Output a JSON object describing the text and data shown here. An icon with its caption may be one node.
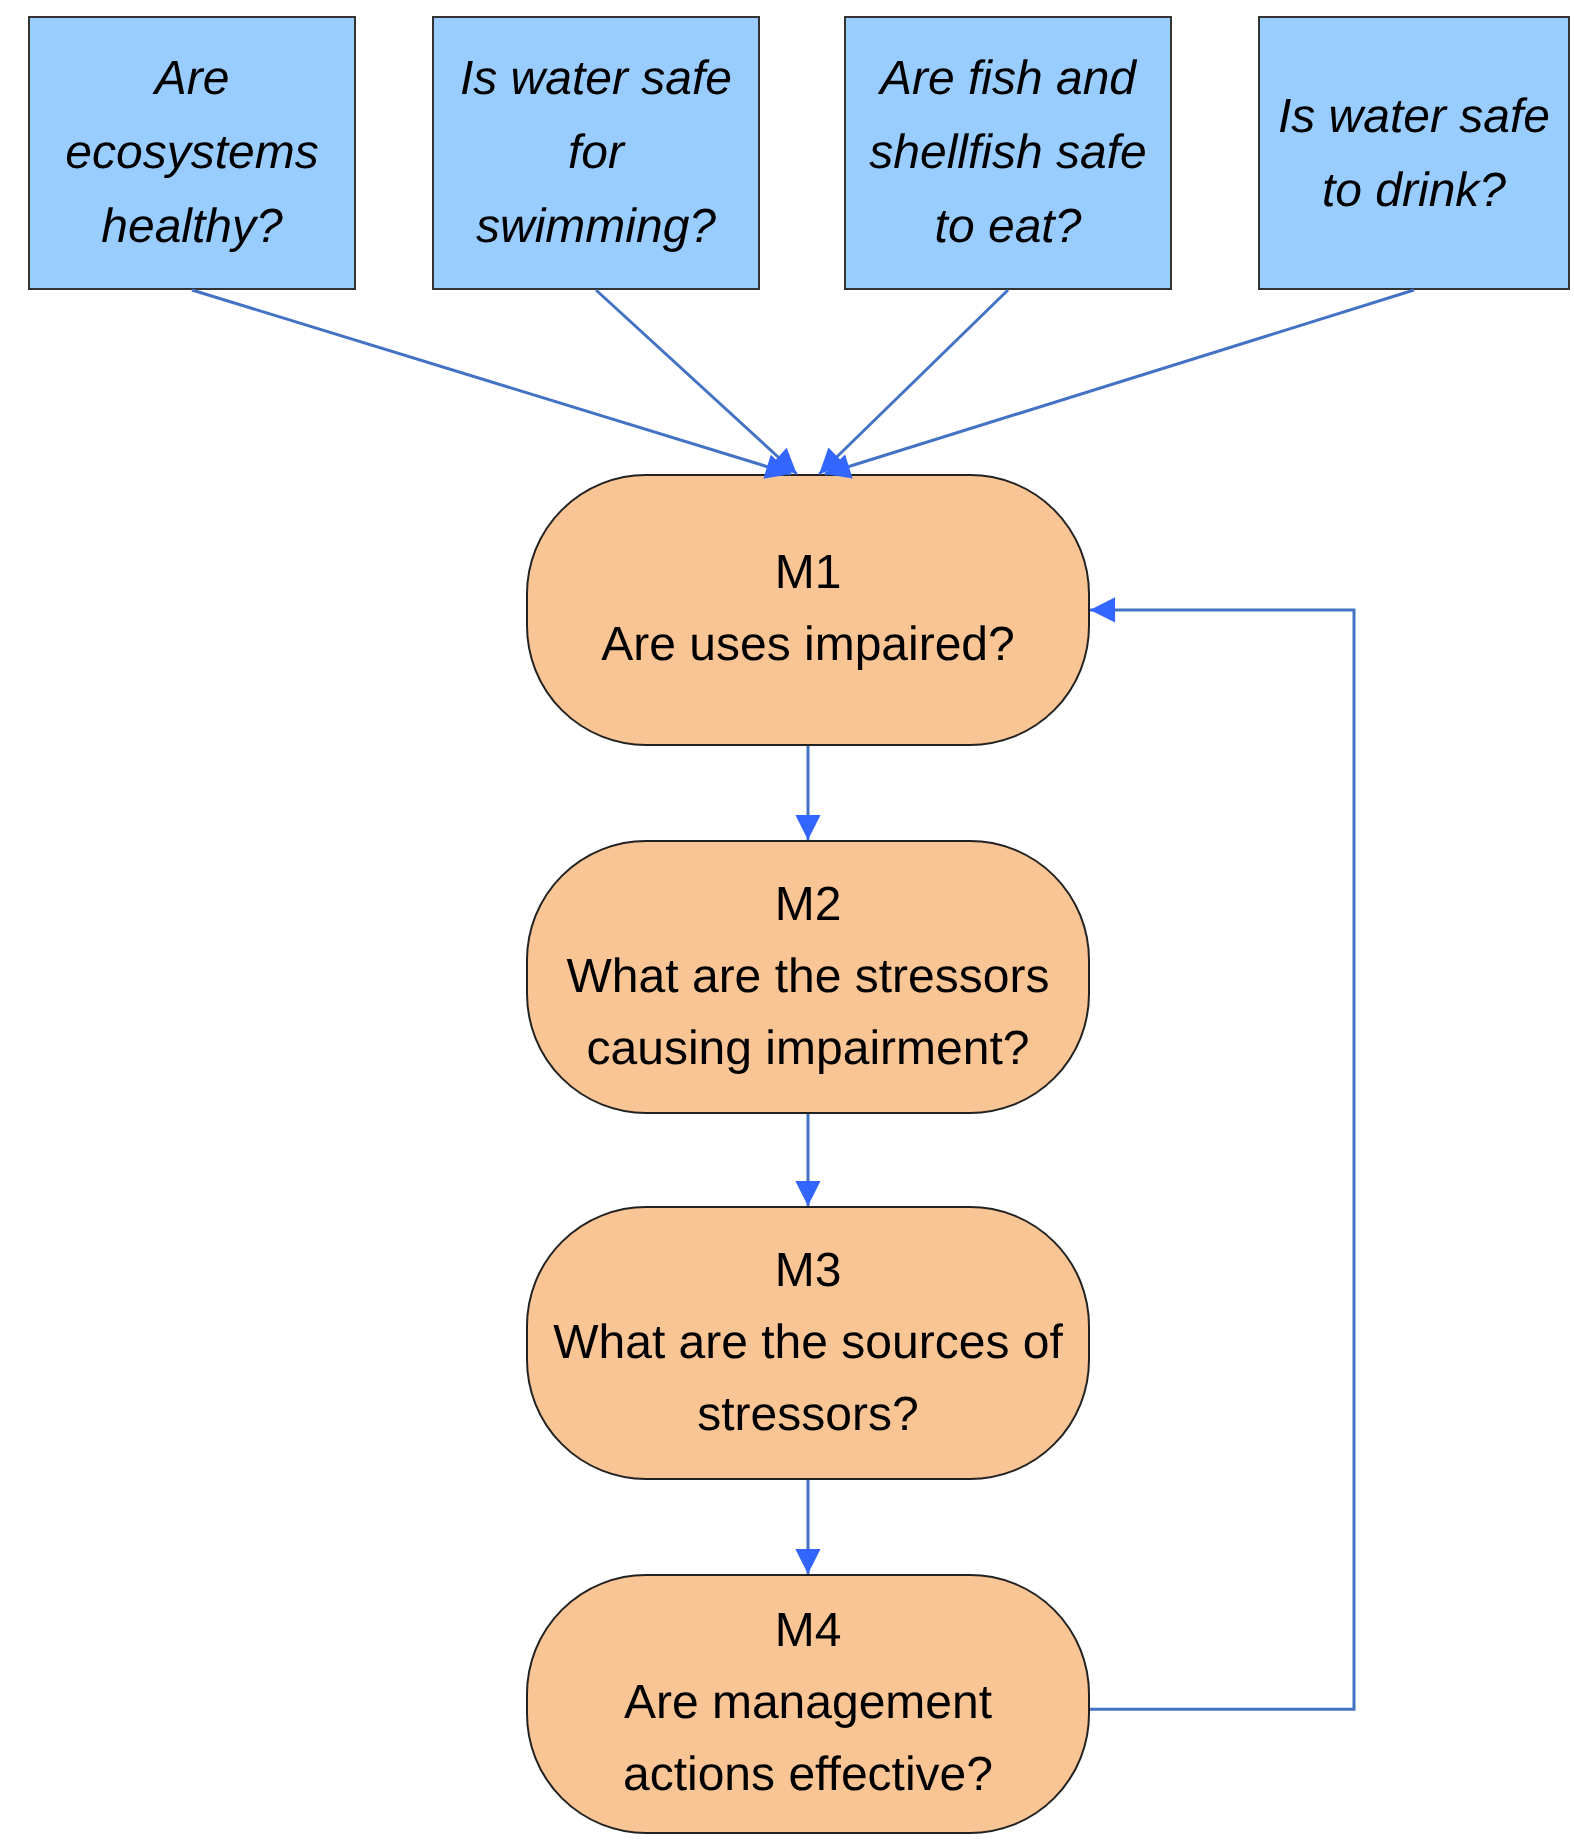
{
  "diagram": {
    "nodes": [
      {
        "text": [
          "Are ecosystems healthy?"
        ]
      },
      {
        "text": [
          "Is water safe for swimming?"
        ]
      },
      {
        "text": [
          "Are fish and shellfish safe to eat?"
        ]
      },
      {
        "text": [
          "Is water safe to drink?"
        ]
      },
      {
        "text": [
          "M1",
          "Are uses impaired?"
        ]
      },
      {
        "text": [
          "M2",
          "What are the stressors causing impairment?"
        ]
      },
      {
        "text": [
          "M3",
          "What are the sources of stressors?"
        ]
      },
      {
        "text": [
          "M4",
          "Are management actions effective?"
        ]
      }
    ],
    "edges": [
      {
        "from": 0,
        "to": 4,
        "arrow": "to"
      },
      {
        "from": 1,
        "to": 4,
        "arrow": "to"
      },
      {
        "from": 2,
        "to": 4,
        "arrow": "to"
      },
      {
        "from": 3,
        "to": 4,
        "arrow": "to"
      },
      {
        "from": 4,
        "to": 5,
        "arrow": "to"
      },
      {
        "from": 5,
        "to": 6,
        "arrow": "to"
      },
      {
        "from": 6,
        "to": 7,
        "arrow": "to"
      },
      {
        "from": 7,
        "to": 4,
        "arrow": "to"
      }
    ]
  }
}
